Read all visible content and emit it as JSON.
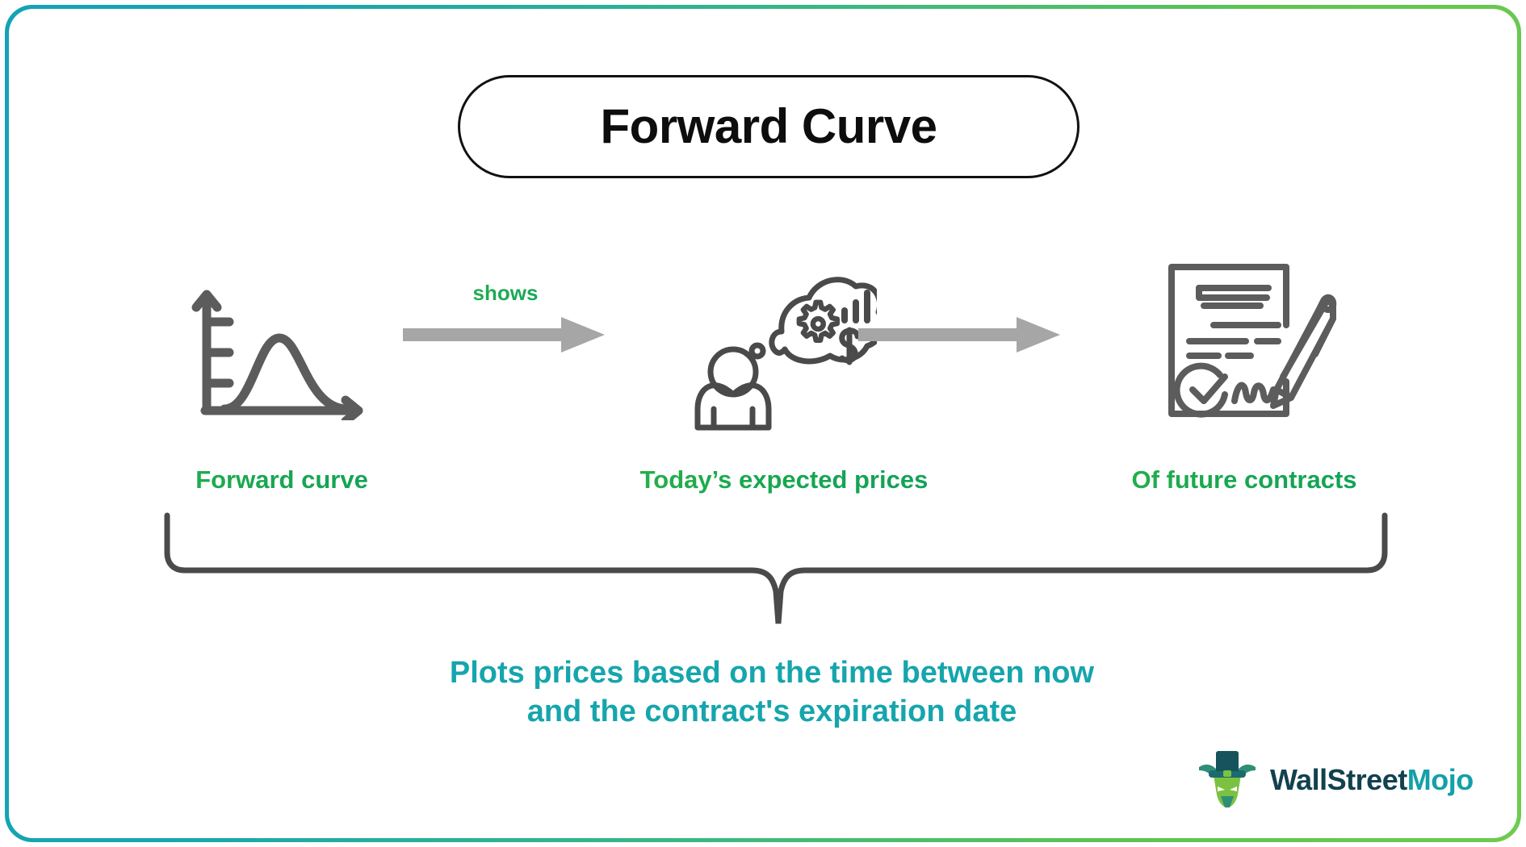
{
  "frame": {
    "border_gradient_start": "#13a3b5",
    "border_gradient_end": "#6ecb4e",
    "background": "#ffffff"
  },
  "header": {
    "title": "Forward Curve",
    "title_color": "#0d0d0d",
    "pill_border_color": "#111111"
  },
  "connectors": {
    "shows_label": "shows",
    "arrow_color": "#a6a6a6",
    "arrow_count": 2
  },
  "steps": [
    {
      "id": "forward-curve",
      "icon": "bell-curve-chart-icon",
      "label": "Forward curve",
      "label_color": "#17a94a"
    },
    {
      "id": "expected-prices",
      "icon": "person-thinking-icon",
      "label": "Today’s expected prices",
      "label_color": "#17a94a"
    },
    {
      "id": "future-contracts",
      "icon": "signed-contract-icon",
      "label": "Of future contracts",
      "label_color": "#17a94a"
    }
  ],
  "brace": {
    "icon": "curly-brace-icon",
    "color": "#4a4a4a"
  },
  "caption": {
    "line1": "Plots prices based on the time between now",
    "line2": "and the contract's expiration date",
    "color": "#16a5ad"
  },
  "logo": {
    "icon": "wallstreetmojo-bull-icon",
    "text_primary": "WallStreet",
    "text_secondary": "Mojo",
    "primary_color": "#12414f",
    "secondary_color": "#13a0a8"
  }
}
